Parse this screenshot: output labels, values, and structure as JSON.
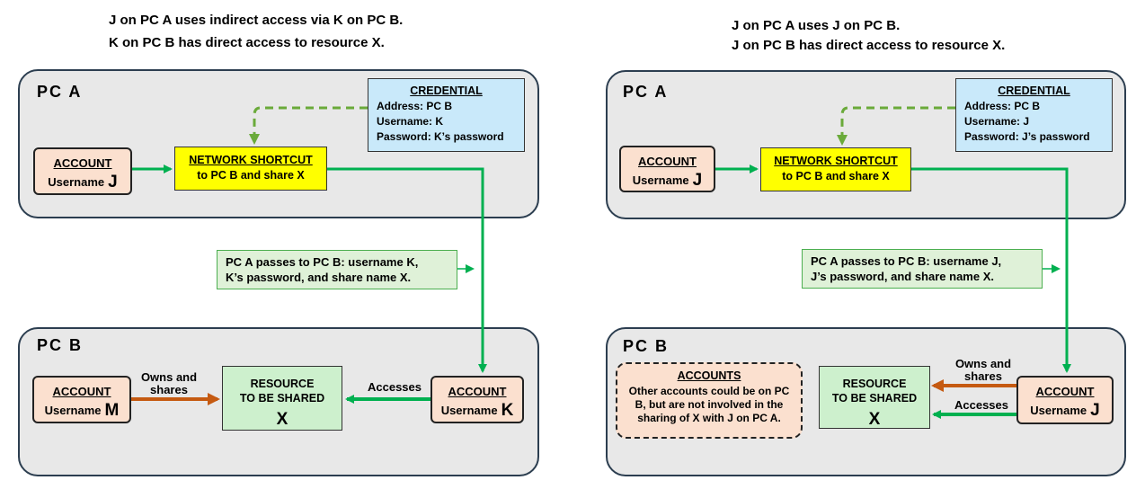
{
  "left": {
    "caption_line1": "J on PC A uses indirect access via K on PC B.",
    "caption_line2": "K on PC B has direct access to resource X.",
    "pc_a_title": "PC  A",
    "credential": {
      "heading": "CREDENTIAL",
      "address": "Address:  PC B",
      "username": "Username:  K",
      "password": "Password:  K’s password"
    },
    "account_j": {
      "heading": "ACCOUNT",
      "username_label": "Username",
      "username_value": "J"
    },
    "network_shortcut": {
      "heading": "NETWORK SHORTCUT",
      "sub": "to PC B and share X"
    },
    "passes_line1": "PC A passes to PC B:  username K,",
    "passes_line2": "K’s password, and share name X.",
    "pc_b_title": "PC  B",
    "account_m": {
      "heading": "ACCOUNT",
      "username_label": "Username",
      "username_value": "M"
    },
    "owns_label": "Owns and\nshares",
    "resource": {
      "line1": "RESOURCE",
      "line2": "TO BE SHARED",
      "x": "X"
    },
    "accesses_label": "Accesses",
    "account_k": {
      "heading": "ACCOUNT",
      "username_label": "Username",
      "username_value": "K"
    }
  },
  "right": {
    "caption_line1": "J on PC A uses J on PC B.",
    "caption_line2": "J on PC B has direct access to resource X.",
    "pc_a_title": "PC  A",
    "credential": {
      "heading": "CREDENTIAL",
      "address": "Address:  PC B",
      "username": "Username:  J",
      "password": "Password:  J’s password"
    },
    "account_j": {
      "heading": "ACCOUNT",
      "username_label": "Username",
      "username_value": "J"
    },
    "network_shortcut": {
      "heading": "NETWORK SHORTCUT",
      "sub": "to PC B and share X"
    },
    "passes_line1": "PC A passes to PC B:  username J,",
    "passes_line2": "J’s password, and share name X.",
    "pc_b_title": "PC  B",
    "accounts": {
      "heading": "ACCOUNTS",
      "body": "Other accounts could be on PC B, but are not involved in the sharing of X with J on PC A."
    },
    "owns_label": "Owns and\nshares",
    "resource": {
      "line1": "RESOURCE",
      "line2": "TO BE SHARED",
      "x": "X"
    },
    "accesses_label": "Accesses",
    "account_j_b": {
      "heading": "ACCOUNT",
      "username_label": "Username",
      "username_value": "J"
    }
  },
  "colors": {
    "green_arrow": "#00b050",
    "green_dashed": "#6aaa3a",
    "orange_arrow": "#c55a11",
    "panel_bg": "#e8e8e8",
    "account_bg": "#fbe0cf",
    "credential_bg": "#c9e9fa",
    "shortcut_bg": "#ffff00",
    "resource_bg": "#cdf0cd",
    "passes_bg": "#dff1d8"
  }
}
